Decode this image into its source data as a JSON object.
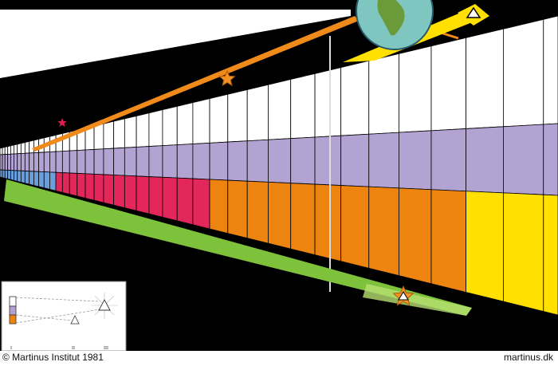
{
  "footer": {
    "copyright": "© Martinus Institut 1981",
    "website": "martinus.dk"
  },
  "inset_legend": {
    "labels": [
      "I",
      "II",
      "III"
    ]
  },
  "icons": {
    "earth": "globe-icon",
    "eternity": "triangle-icon",
    "stars": "star-icon"
  },
  "colors": {
    "background": "#000000",
    "white_band": "#ffffff",
    "violet_band": "#b3a3d3",
    "orange_band": "#ee8410",
    "yellow_band": "#ffe000",
    "red_band": "#e3275a",
    "blue_band": "#6a9fdc",
    "green_ray": "#7dc23a",
    "orange_ray": "#f08a1a",
    "star": "#f39223",
    "accent_star": "#e21d4e"
  }
}
